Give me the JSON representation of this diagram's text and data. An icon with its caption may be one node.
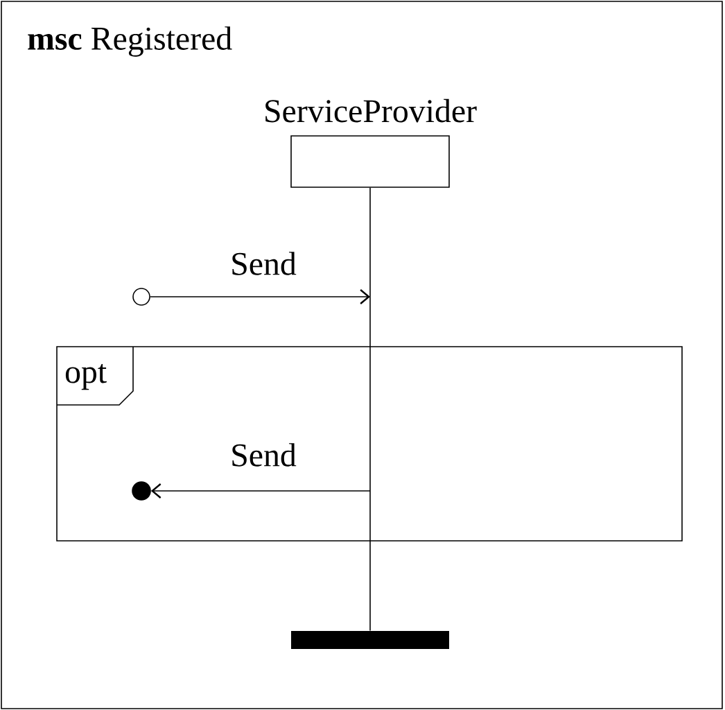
{
  "diagram": {
    "nodes": [
      {
        "text": [
          "**msc** Registered"
        ]
      },
      {
        "text": [
          "ServiceProvider"
        ],
        "in": 0
      },
      {
        "text": [],
        "shape": "bar",
        "in": 0
      },
      {
        "text": [],
        "shape": "circle",
        "in": 0
      },
      {
        "text": [
          "opt"
        ],
        "in": 0
      },
      {
        "text": [],
        "shape": "circle",
        "in": 4
      }
    ],
    "edges": [
      {
        "from": 1,
        "to": 2,
        "arrow": "none"
      },
      {
        "from": 3,
        "to": null,
        "arrow": "to",
        "label": "Send"
      },
      {
        "from": null,
        "to": 5,
        "arrow": "to",
        "label": "Send"
      }
    ]
  }
}
